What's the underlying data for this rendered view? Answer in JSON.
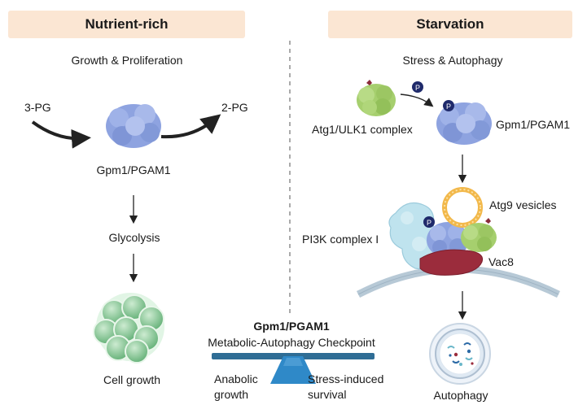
{
  "left": {
    "header": "Nutrient-rich",
    "subtitle": "Growth & Proliferation",
    "substrate": "3-PG",
    "product": "2-PG",
    "enzyme": "Gpm1/PGAM1",
    "pathway": "Glycolysis",
    "outcome": "Cell growth"
  },
  "right": {
    "header": "Starvation",
    "subtitle": "Stress & Autophagy",
    "kinase": "Atg1/ULK1 complex",
    "enzyme": "Gpm1/PGAM1",
    "vesicles": "Atg9 vesicles",
    "pi3k": "PI3K complex I",
    "anchor": "Vac8",
    "outcome": "Autophagy",
    "phospho": "P"
  },
  "balance": {
    "title": "Gpm1/PGAM1",
    "subtitle": "Metabolic-Autophagy Checkpoint",
    "left_label_1": "Anabolic",
    "left_label_2": "growth",
    "right_label_1": "Stress-induced",
    "right_label_2": "survival"
  },
  "colors": {
    "header_bg": "#fbe6d3",
    "enzyme_blue": "#8ea3e0",
    "kinase_green": "#a6cf6e",
    "pi3k_blue": "#bfe3ee",
    "vac8_red": "#9b2c3c",
    "atg9_orange": "#f2b84a",
    "membrane": "#b7c9d6",
    "balance_blue": "#2f89c8",
    "cell_green": "#7fc08a"
  }
}
